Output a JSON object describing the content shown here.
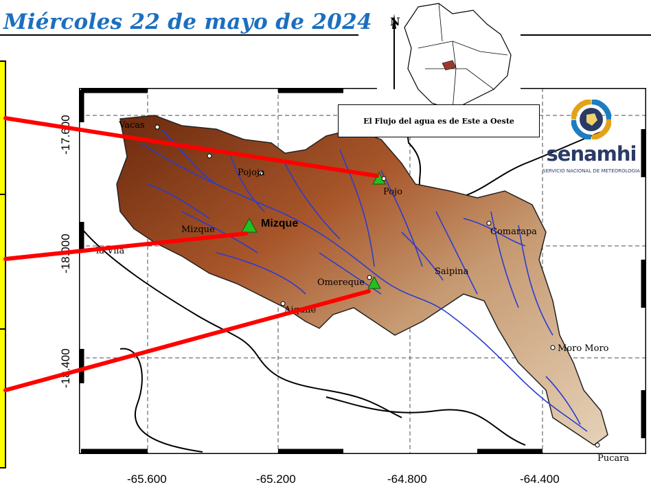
{
  "header": {
    "date": "Miércoles 22 de mayo de 2024"
  },
  "inset": {
    "north_label": "N",
    "flow_note": "El Flujo del agua es de Este a Oeste"
  },
  "logo": {
    "name": "senamhi",
    "tagline": "SERVICIO NACIONAL DE METEOROLOGIA"
  },
  "map": {
    "x_ticks": [
      "-65.600",
      "-65.200",
      "-64.800",
      "-64.400"
    ],
    "y_ticks": [
      "-17.600",
      "-18.000",
      "-18.400"
    ],
    "places": {
      "vacas": "Vacas",
      "pojo_west": "Pojoja",
      "pojo": "Pojo",
      "mizque_town": "Mizque",
      "mizque_station": "Mizque",
      "omereque": "Omereque",
      "aiquile": "Aiquile",
      "saipina": "Saipina",
      "comarapa": "Comarapa",
      "moro_moro": "Moro Moro",
      "pucara": "Pucara",
      "villa": "la Vila"
    },
    "colors": {
      "relief_high": "#7a2e10",
      "relief_low": "#e0c8a8",
      "rivers": "#2a3cd0",
      "pointer": "#ff0000",
      "station": "#22c022"
    }
  }
}
